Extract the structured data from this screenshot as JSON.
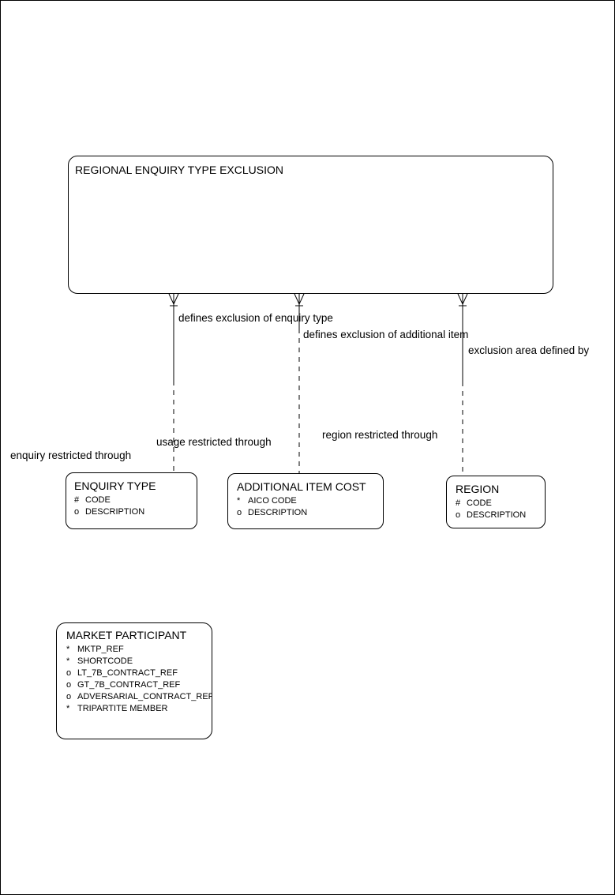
{
  "page": {
    "background_color": "#ffffff",
    "line_color": "#000000",
    "text_color": "#000000"
  },
  "icons": {
    "many_end_marker": "crow-foot-icon"
  },
  "entities": {
    "regional_enquiry_type_exclusion": {
      "title": "REGIONAL ENQUIRY TYPE EXCLUSION",
      "attributes": []
    },
    "enquiry_type": {
      "title": "ENQUIRY TYPE",
      "attributes": [
        {
          "prefix": "#",
          "name": "CODE"
        },
        {
          "prefix": "o",
          "name": "DESCRIPTION"
        }
      ]
    },
    "additional_item_cost": {
      "title": "ADDITIONAL ITEM COST",
      "attributes": [
        {
          "prefix": "*",
          "name": "AICO CODE"
        },
        {
          "prefix": "o",
          "name": "DESCRIPTION"
        }
      ]
    },
    "region": {
      "title": "REGION",
      "attributes": [
        {
          "prefix": "#",
          "name": "CODE"
        },
        {
          "prefix": "o",
          "name": "DESCRIPTION"
        }
      ]
    },
    "market_participant": {
      "title": "MARKET PARTICIPANT",
      "attributes": [
        {
          "prefix": "*",
          "name": "MKTP_REF"
        },
        {
          "prefix": "*",
          "name": "SHORTCODE"
        },
        {
          "prefix": "o",
          "name": "LT_7B_CONTRACT_REF"
        },
        {
          "prefix": "o",
          "name": "GT_7B_CONTRACT_REF"
        },
        {
          "prefix": "o",
          "name": "ADVERSARIAL_CONTRACT_REF"
        },
        {
          "prefix": "*",
          "name": "TRIPARTITE MEMBER"
        }
      ]
    }
  },
  "relationships": {
    "enquiry_type": {
      "parent_label": "defines exclusion of enquiry type",
      "child_label": "enquiry restricted through"
    },
    "additional_item_cost": {
      "parent_label": "defines exclusion of additional item",
      "child_label": "usage restricted through"
    },
    "region": {
      "parent_label": "exclusion area defined by",
      "child_label": "region restricted through"
    }
  }
}
